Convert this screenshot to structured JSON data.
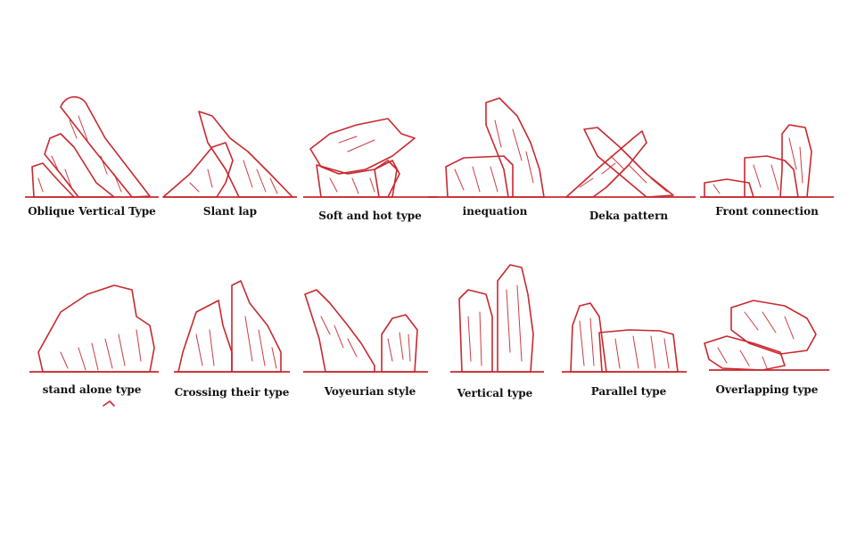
{
  "stone_types": [
    {
      "key": "oblique",
      "label": "Oblique Vertical Type"
    },
    {
      "key": "slant",
      "label": "Slant lap"
    },
    {
      "key": "soft",
      "label": "Soft and hot type"
    },
    {
      "key": "inequation",
      "label": "inequation"
    },
    {
      "key": "deka",
      "label": "Deka pattern"
    },
    {
      "key": "front",
      "label": "Front connection"
    },
    {
      "key": "alone",
      "label": "stand alone type"
    },
    {
      "key": "crossing",
      "label": "Crossing their type"
    },
    {
      "key": "voyeurian",
      "label": "Voyeurian style"
    },
    {
      "key": "vertical",
      "label": "Vertical type"
    },
    {
      "key": "parallel",
      "label": "Parallel type"
    },
    {
      "key": "overlap",
      "label": "Overlapping type"
    }
  ],
  "colors": {
    "stroke": "#c8282e",
    "text": "#111111",
    "background": "#ffffff"
  }
}
